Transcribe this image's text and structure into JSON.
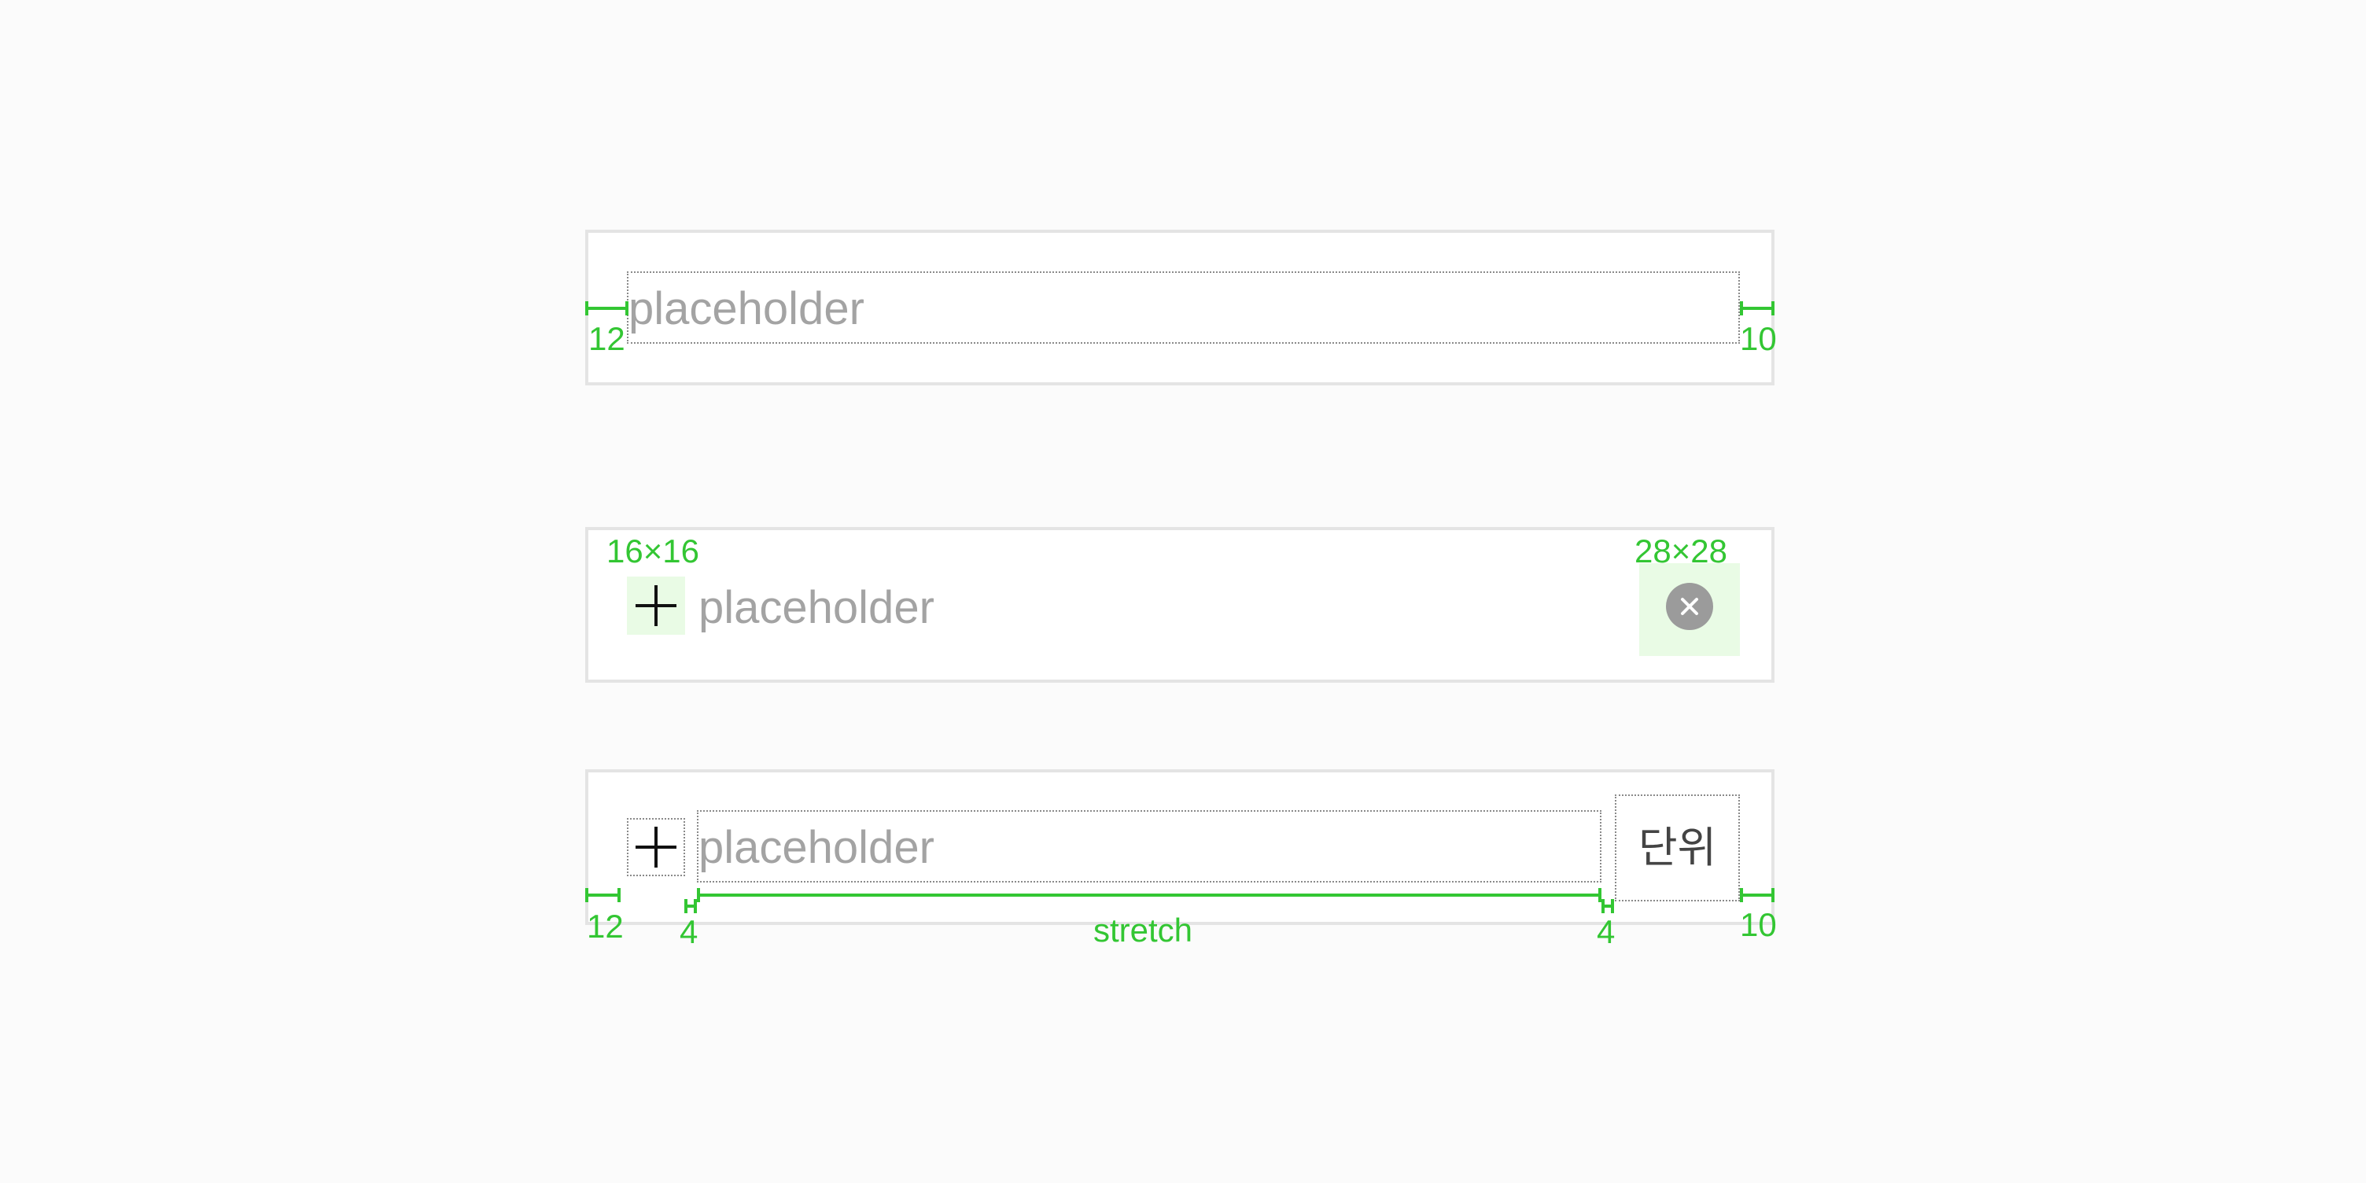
{
  "colors": {
    "annotation": "#33c633",
    "field_border": "#e4e4e4",
    "placeholder": "#a3a3a3",
    "highlight": "#e9fbe5",
    "clear_icon": "#9b9b9b"
  },
  "basic_field": {
    "placeholder": "placeholder",
    "padding_left_label": "12",
    "padding_right_label": "10"
  },
  "icon_field": {
    "placeholder": "placeholder",
    "leading_icon": "plus-icon",
    "leading_icon_size_label": "16×16",
    "trailing_icon": "clear-icon",
    "trailing_icon_size_label": "28×28"
  },
  "unit_field": {
    "placeholder": "placeholder",
    "leading_icon": "plus-icon",
    "unit_label": "단위",
    "padding_left_label": "12",
    "gap_left_label": "4",
    "stretch_label": "stretch",
    "gap_right_label": "4",
    "padding_right_label": "10"
  }
}
